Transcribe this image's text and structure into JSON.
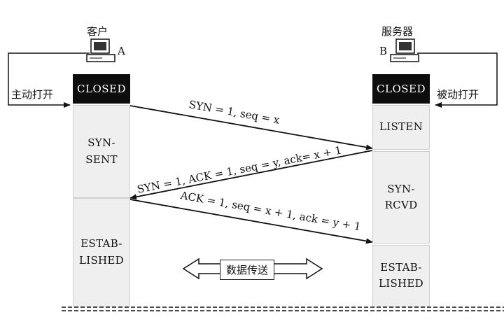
{
  "client": {
    "title": "客户",
    "host_label": "A",
    "action": "主动打开",
    "closed": "CLOSED",
    "states": [
      {
        "label": "SYN-\nSENT"
      },
      {
        "label": "ESTAB-\nLISHED"
      }
    ]
  },
  "server": {
    "title": "服务器",
    "host_label": "B",
    "action": "被动打开",
    "closed": "CLOSED",
    "states": [
      {
        "label": "LISTEN"
      },
      {
        "label": "SYN-\nRCVD"
      },
      {
        "label": "ESTAB-\nLISHED"
      }
    ]
  },
  "messages": [
    {
      "text": "SYN = 1, seq = x"
    },
    {
      "text": "SYN = 1, ACK = 1, seq = y, ack= x + 1"
    },
    {
      "text": "ACK = 1, seq = x + 1, ack = y + 1"
    }
  ],
  "transfer": "数据传送"
}
